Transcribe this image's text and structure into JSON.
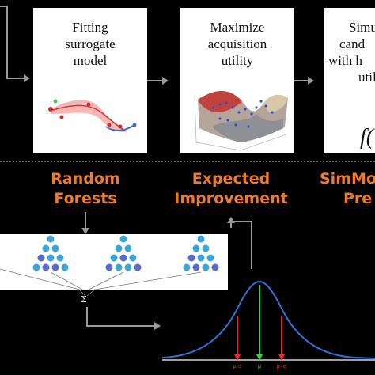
{
  "steps": [
    {
      "lines": [
        "Fitting",
        "surrogate",
        "model"
      ]
    },
    {
      "lines": [
        "Maximize",
        "acquisition",
        "utility"
      ]
    },
    {
      "lines": [
        "Simu",
        "cand",
        "with h",
        "util"
      ]
    }
  ],
  "partial_formula": "f(",
  "methods": {
    "random_forests": [
      "Random",
      "Forests"
    ],
    "expected_improvement": [
      "Expected",
      "Improvement"
    ],
    "simmodel": [
      "SimMo",
      "Pre"
    ]
  },
  "ensemble_symbol": "Σ",
  "gaussian_labels": {
    "left": "μ-σ",
    "center": "μ",
    "right": "μ+σ"
  },
  "colors": {
    "accent_orange": "#ee7b2c",
    "arrow_gray": "#9a9a9a",
    "curve_blue": "#2f6fd6",
    "center_green": "#3cd14a",
    "sigma_red": "#e23030",
    "tree_light": "#3aa7d9",
    "tree_dark": "#5a6cc9"
  }
}
